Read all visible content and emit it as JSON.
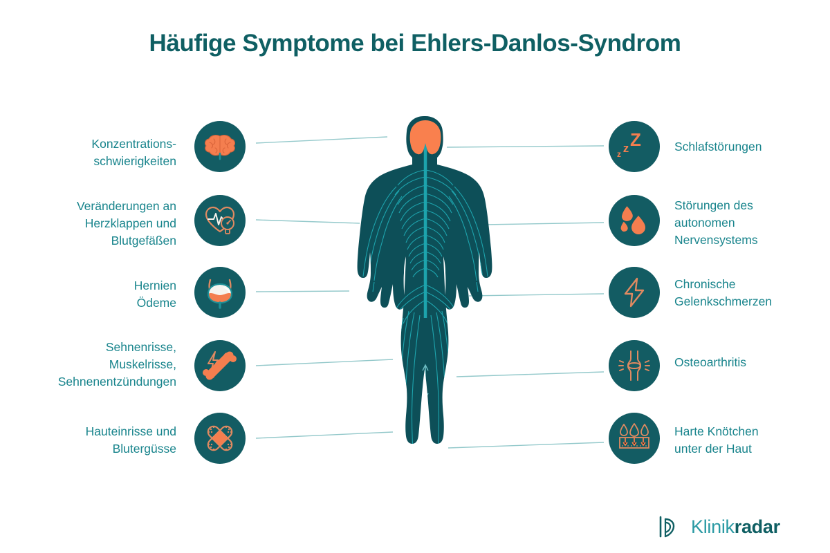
{
  "header": {
    "title": "Häufige Symptome bei Ehlers-Danlos-Syndrom"
  },
  "colors": {
    "title_teal": "#0f5f63",
    "label_teal": "#18848c",
    "badge_fill": "#135c63",
    "icon_orange": "#f47e4f",
    "body_dark": "#0d4f58",
    "nerve_teal": "#22b3bd",
    "brain_orange": "#f9804e",
    "connector": "#6fb9bd",
    "background": "#ffffff"
  },
  "left_symptoms": [
    {
      "label": "Konzentrations-\nschwierigkeiten",
      "icon": "brain-icon"
    },
    {
      "label": "Veränderungen an\nHerzklappen und\nBlutgefäßen",
      "icon": "heart-ecg-icon"
    },
    {
      "label": "Hernien\nÖdeme",
      "icon": "bladder-icon"
    },
    {
      "label": "Sehnenrisse,\nMuskelrisse,\nSehnenentzündungen",
      "icon": "bone-lightning-icon"
    },
    {
      "label": "Hauteinrisse und\nBlutergüsse",
      "icon": "bandage-cross-icon"
    }
  ],
  "right_symptoms": [
    {
      "label": "Schlafstörungen",
      "icon": "sleep-zzz-icon"
    },
    {
      "label": "Störungen des\nautonomen\nNervensystems",
      "icon": "droplets-icon"
    },
    {
      "label": "Chronische\nGelenkschmerzen",
      "icon": "lightning-bolt-icon"
    },
    {
      "label": "Osteoarthritis",
      "icon": "joint-pain-icon"
    },
    {
      "label": "Harte Knötchen\nunter der Haut",
      "icon": "skin-layer-icon"
    }
  ],
  "figure": {
    "name": "human-body-nervous-system",
    "highlight": "brain"
  },
  "logo": {
    "name_light": "Klinik",
    "name_bold": "radar"
  }
}
